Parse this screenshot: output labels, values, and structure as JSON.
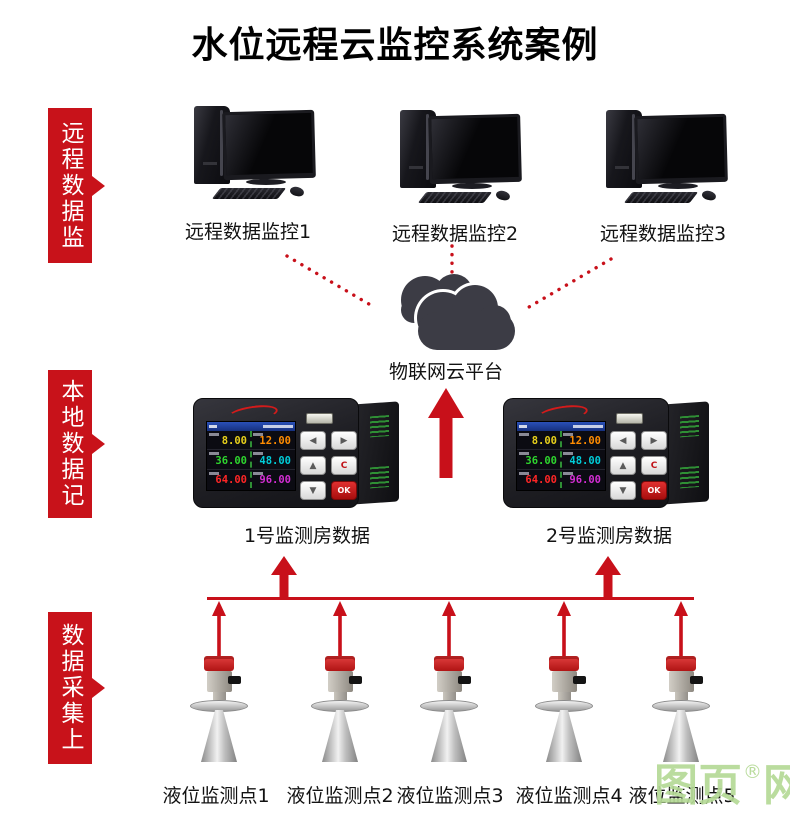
{
  "title": "水位远程云监控系统案例",
  "stages": [
    {
      "label": "远程数据监控"
    },
    {
      "label": "本地数据记录"
    },
    {
      "label": "数据采集上传"
    }
  ],
  "monitors": [
    {
      "label": "远程数据监控1"
    },
    {
      "label": "远程数据监控2"
    },
    {
      "label": "远程数据监控3"
    }
  ],
  "cloud": {
    "label": "物联网云平台"
  },
  "recorders": [
    {
      "label": "1号监测房数据"
    },
    {
      "label": "2号监测房数据"
    }
  ],
  "recorder_screen": {
    "values": [
      {
        "value": "8.00",
        "color": "#e8d11b"
      },
      {
        "value": "12.00",
        "color": "#ff8c00"
      },
      {
        "value": "36.00",
        "color": "#2ed52e"
      },
      {
        "value": "48.00",
        "color": "#00ccd8"
      },
      {
        "value": "64.00",
        "color": "#ff2626"
      },
      {
        "value": "96.00",
        "color": "#d42ed4"
      }
    ],
    "buttons": [
      {
        "label": "◀"
      },
      {
        "label": "▶"
      },
      {
        "label": "▲"
      },
      {
        "label": "C"
      },
      {
        "label": "▼"
      },
      {
        "label": "OK"
      }
    ]
  },
  "sensors": [
    {
      "label": "液位监测点1"
    },
    {
      "label": "液位监测点2"
    },
    {
      "label": "液位监测点3"
    },
    {
      "label": "液位监测点4"
    },
    {
      "label": "液位监测点5"
    }
  ],
  "watermark": {
    "part1": "图页",
    "registered": "®",
    "part2": "网"
  },
  "colors": {
    "arrow_red": "#c8101a",
    "banner_red": "#c8121a",
    "cloud_gray": "#3c3c45",
    "watermark_green": "#b5da96"
  }
}
